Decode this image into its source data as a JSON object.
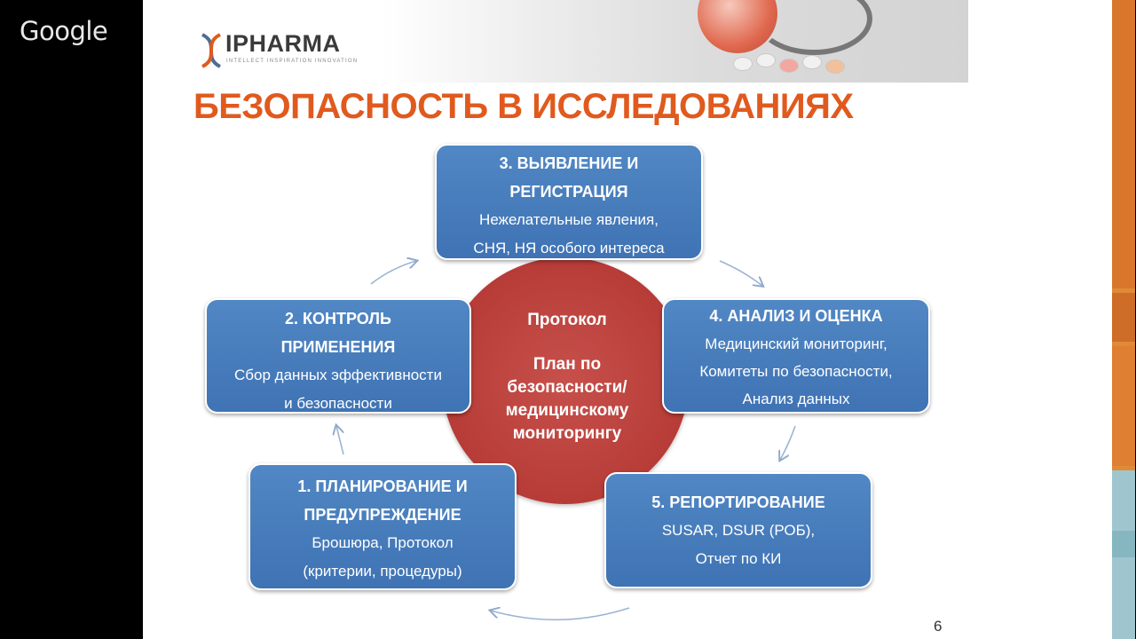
{
  "overlay": {
    "google_logo": "Google"
  },
  "slide": {
    "logo": {
      "name": "IPHARMA",
      "tagline": "INTELLECT INSPIRATION INNOVATION"
    },
    "title": "БЕЗОПАСНОСТЬ В ИССЛЕДОВАНИЯХ",
    "center": {
      "line1": "Протокол",
      "line2": "План по безопасности/ медицинскому мониторингу"
    },
    "boxes": {
      "detection": {
        "heading1": "3. ВЫЯВЛЕНИЕ И",
        "heading2": "РЕГИСТРАЦИЯ",
        "text1": "Нежелательные явления,",
        "text2": "СНЯ, НЯ особого интереса"
      },
      "control": {
        "heading1": "2. КОНТРОЛЬ",
        "heading2": "ПРИМЕНЕНИЯ",
        "text1": "Сбор данных эффективности",
        "text2": "и безопасности"
      },
      "analysis": {
        "heading1": "4. АНАЛИЗ И ОЦЕНКА",
        "text1": "Медицинский мониторинг,",
        "text2": "Комитеты по безопасности,",
        "text3": "Анализ данных"
      },
      "planning": {
        "heading1": "1. ПЛАНИРОВАНИЕ И",
        "heading2": "ПРЕДУПРЕЖДЕНИЕ",
        "text1": "Брошюра, Протокол",
        "text2": "(критерии, процедуры)"
      },
      "reporting": {
        "heading1": "5. РЕПОРТИРОВАНИЕ",
        "text1": "SUSAR, DSUR (РОБ),",
        "text2": "Отчет по КИ"
      }
    },
    "page_number": "6"
  },
  "colors": {
    "title": "#e05a1e",
    "box_fill": "#4a7fc0",
    "circle_fill": "#b83f3a",
    "side_band": "#e08a37"
  }
}
